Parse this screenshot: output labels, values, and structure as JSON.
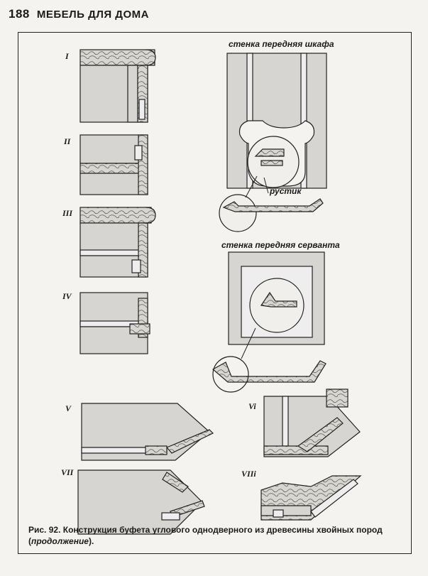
{
  "header": {
    "page_number": "188",
    "running_title": "МЕБЕЛЬ ДЛЯ ДОМА"
  },
  "figure": {
    "labels": {
      "i": "I",
      "ii": "II",
      "iii": "III",
      "iv": "IV",
      "v": "V",
      "vi": "Vi",
      "vii": "VII",
      "viii": "VIIi"
    },
    "wardrobe_title": "стенка передняя шкафа",
    "rustic_label": "рустик",
    "sideboard_title": "стенка передняя серванта"
  },
  "caption": {
    "text": "Рис. 92. Конструкция буфета углового однодверного из древесины хвойных пород (",
    "note": "продолжение",
    "end": ")."
  }
}
